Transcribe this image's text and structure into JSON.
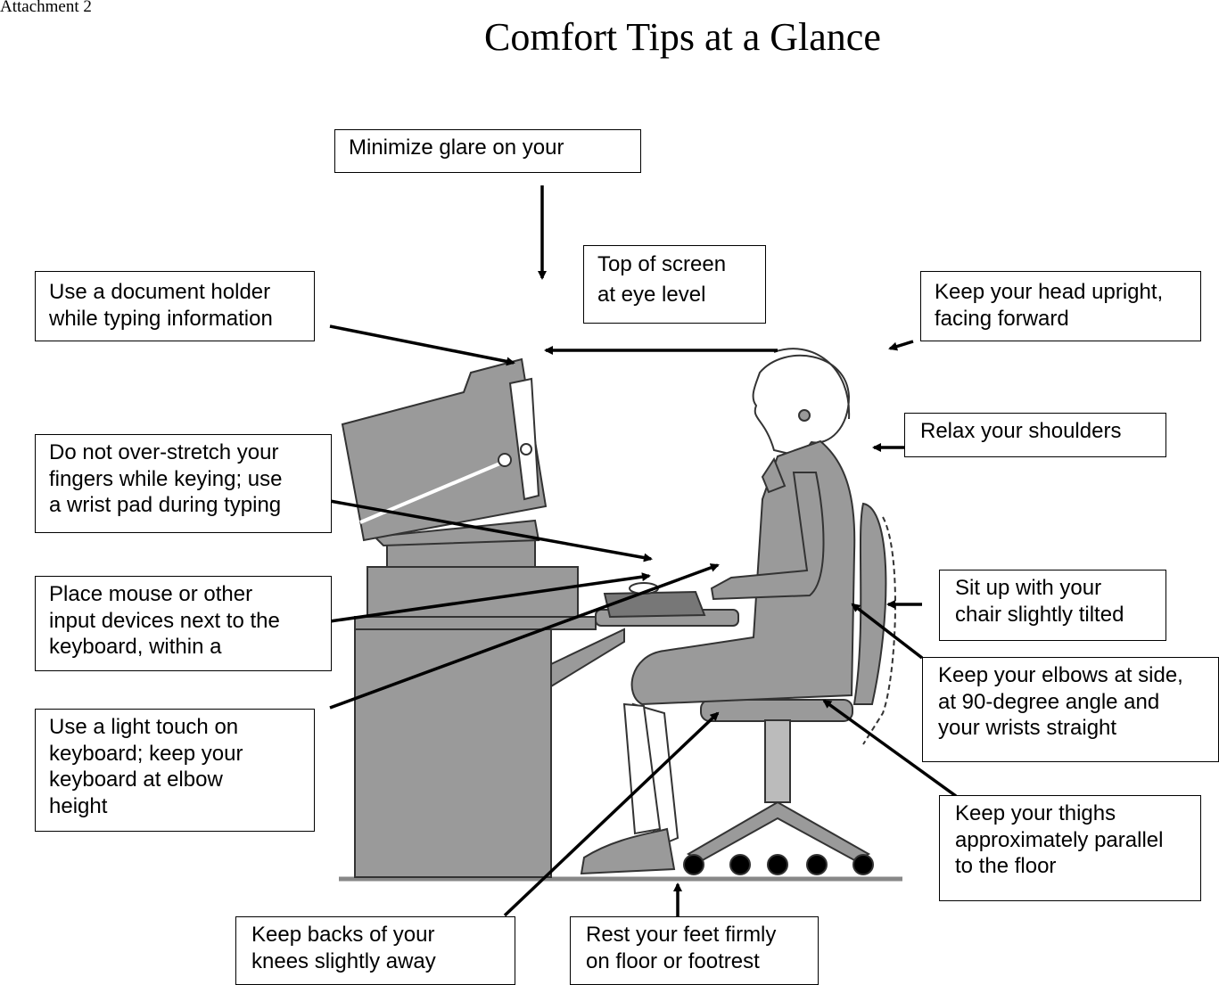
{
  "header": {
    "attachment": "Attachment 2",
    "title": "Comfort Tips at a Glance"
  },
  "tips": [
    {
      "id": "glare",
      "text": "Minimize glare on your"
    },
    {
      "id": "screen-level",
      "text": "Top of screen\nat eye level"
    },
    {
      "id": "head",
      "text": "Keep your head upright,\nfacing forward"
    },
    {
      "id": "document-holder",
      "text": "Use a document holder\nwhile typing information"
    },
    {
      "id": "shoulders",
      "text": "Relax your shoulders"
    },
    {
      "id": "fingers",
      "text": "Do not over-stretch your\nfingers while keying; use\na wrist pad during typing"
    },
    {
      "id": "mouse",
      "text": "Place mouse or other\ninput devices next to the\nkeyboard, within a"
    },
    {
      "id": "chair",
      "text": "Sit up with your\nchair slightly tilted"
    },
    {
      "id": "elbows",
      "text": "Keep your elbows at side,\nat 90-degree angle and\nyour wrists straight"
    },
    {
      "id": "light-touch",
      "text": "Use a light touch on\nkeyboard; keep your\nkeyboard at elbow\nheight"
    },
    {
      "id": "thighs",
      "text": "Keep your thighs\napproximately parallel\nto the floor"
    },
    {
      "id": "knees",
      "text": "Keep backs of your\nknees slightly away"
    },
    {
      "id": "feet",
      "text": "Rest your feet firmly\non floor or footrest"
    }
  ]
}
